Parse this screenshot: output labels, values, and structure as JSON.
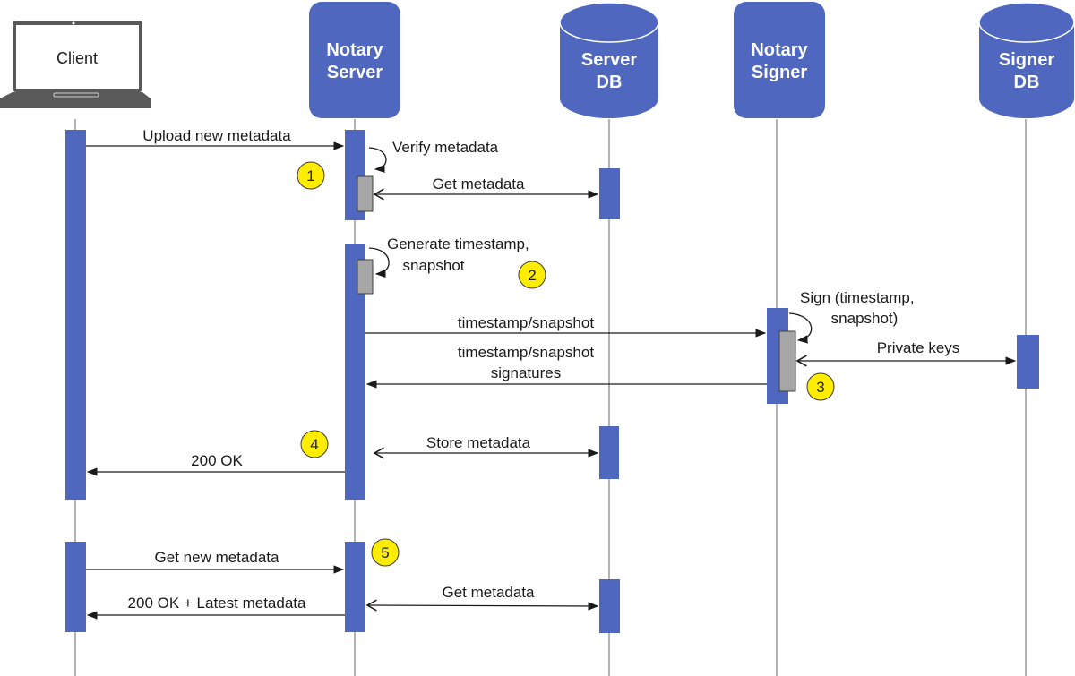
{
  "diagram": {
    "type": "sequence",
    "colors": {
      "participant": "#4f67bf",
      "activation": "#4f67bf",
      "sub_activation": "#a6a6a6",
      "lifeline": "#b3b3b3",
      "arrow": "#1a1a1a",
      "badge": "#ffed00",
      "laptop": "#595959"
    },
    "participants": [
      {
        "id": "client",
        "label": "Client",
        "shape": "laptop"
      },
      {
        "id": "notary_server",
        "label": "Notary\nServer",
        "line1": "Notary",
        "line2": "Server",
        "shape": "rounded-box"
      },
      {
        "id": "server_db",
        "label": "Server\nDB",
        "line1": "Server",
        "line2": "DB",
        "shape": "cylinder"
      },
      {
        "id": "notary_signer",
        "label": "Notary\nSigner",
        "line1": "Notary",
        "line2": "Signer",
        "shape": "rounded-box"
      },
      {
        "id": "signer_db",
        "label": "Signer\nDB",
        "line1": "Signer",
        "line2": "DB",
        "shape": "cylinder"
      }
    ],
    "messages": [
      {
        "from": "client",
        "to": "notary_server",
        "label": "Upload new metadata"
      },
      {
        "from": "notary_server",
        "to": "notary_server",
        "label": "Verify metadata",
        "self": true
      },
      {
        "from": "notary_server",
        "to": "server_db",
        "label": "Get metadata",
        "bidirectional": true
      },
      {
        "from": "notary_server",
        "to": "notary_server",
        "label": "Generate timestamp,\nsnapshot",
        "line1": "Generate timestamp,",
        "line2": "snapshot",
        "self": true
      },
      {
        "from": "notary_server",
        "to": "notary_signer",
        "label": "timestamp/snapshot"
      },
      {
        "from": "notary_signer",
        "to": "notary_signer",
        "label": "Sign (timestamp,\nsnapshot)",
        "line1": "Sign (timestamp,",
        "line2": "snapshot)",
        "self": true
      },
      {
        "from": "notary_signer",
        "to": "signer_db",
        "label": "Private keys",
        "bidirectional": true
      },
      {
        "from": "notary_signer",
        "to": "notary_server",
        "label": "timestamp/snapshot\nsignatures",
        "line1": "timestamp/snapshot",
        "line2": "signatures"
      },
      {
        "from": "notary_server",
        "to": "server_db",
        "label": "Store metadata",
        "bidirectional": true
      },
      {
        "from": "notary_server",
        "to": "client",
        "label": "200 OK"
      },
      {
        "from": "client",
        "to": "notary_server",
        "label": "Get new metadata"
      },
      {
        "from": "notary_server",
        "to": "server_db",
        "label": "Get metadata",
        "bidirectional": true
      },
      {
        "from": "notary_server",
        "to": "client",
        "label": "200 OK + Latest metadata"
      }
    ],
    "steps": [
      "1",
      "2",
      "3",
      "4",
      "5"
    ]
  }
}
